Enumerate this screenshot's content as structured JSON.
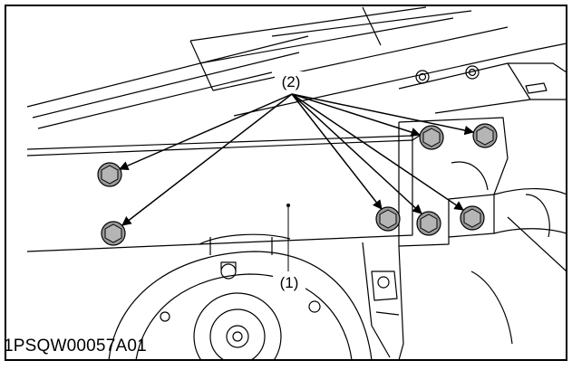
{
  "figure": {
    "callouts": {
      "part_1": "(1)",
      "part_2": "(2)"
    },
    "figure_code": "1PSQW00057A01"
  },
  "colors": {
    "line": "#000000",
    "bolt_fill": "#9a9a9a",
    "bolt_dark": "#6f6f6f",
    "background": "#ffffff"
  }
}
